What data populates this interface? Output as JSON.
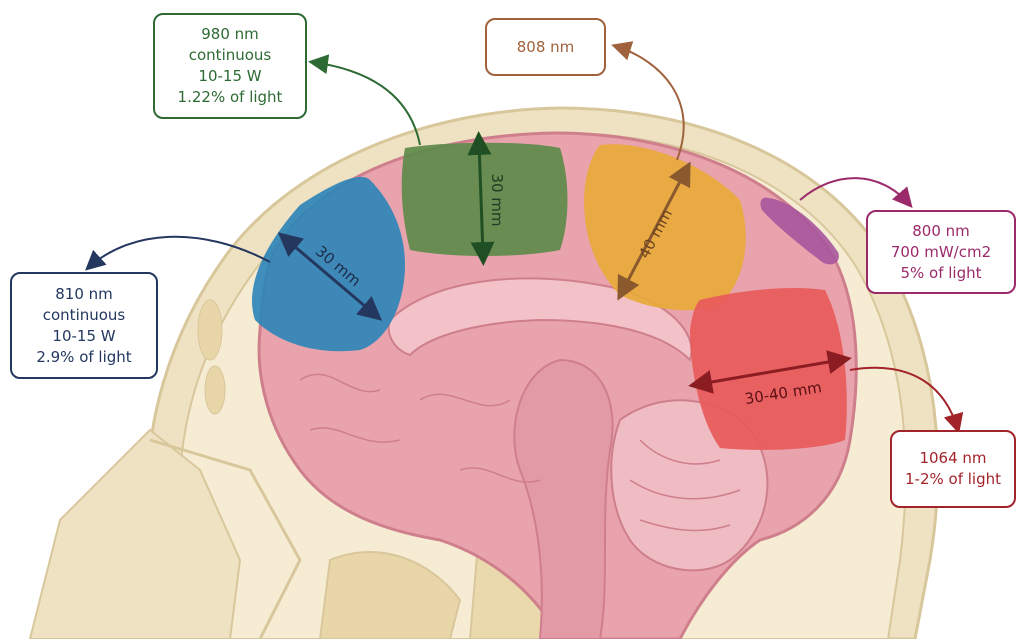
{
  "labels": {
    "green": {
      "lines": [
        "980 nm",
        "continuous",
        "10-15 W",
        "1.22% of light"
      ],
      "color": "#2e6b34"
    },
    "orange": {
      "lines": [
        "808 nm"
      ],
      "color": "#a0623c"
    },
    "blue": {
      "lines": [
        "810 nm",
        "continuous",
        "10-15 W",
        "2.9% of light"
      ],
      "color": "#23375f"
    },
    "purple": {
      "lines": [
        "800 nm",
        "700 mW/cm2",
        "5% of light"
      ],
      "color": "#9b2a6b"
    },
    "red": {
      "lines": [
        "1064 nm",
        "1-2% of light"
      ],
      "color": "#a3232a"
    }
  },
  "dimensions": {
    "blue": "30 mm",
    "green": "30 mm",
    "orange": "40 mm",
    "red": "30-40 mm"
  },
  "colors": {
    "skull": "#efe2c3",
    "skull_edge": "#d9c79c",
    "brain": "#e8a3ad",
    "brain_dark": "#cf7f8c",
    "green_region": "#5d8a4a",
    "blue_region": "#2f86b9",
    "orange_region": "#e8a93a",
    "red_region": "#e85a5a",
    "purple_patch": "#a7579c"
  }
}
